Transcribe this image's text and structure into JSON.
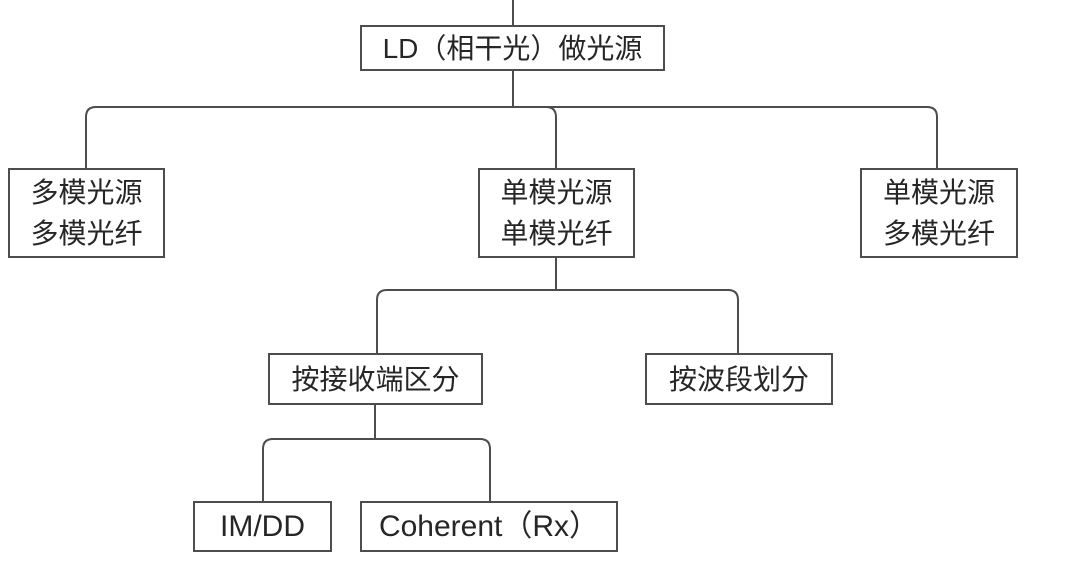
{
  "diagram": {
    "background": "#ffffff",
    "line_color": "#4d4d4d",
    "text_color": "#262626",
    "nodes": {
      "root": {
        "label": "LD（相干光）做光源"
      },
      "multimode_source_multimode_fiber": {
        "line1": "多模光源",
        "line2": "多模光纤"
      },
      "singlemode_source_singlemode_fiber": {
        "line1": "单模光源",
        "line2": "单模光纤"
      },
      "singlemode_source_multimode_fiber": {
        "line1": "单模光源",
        "line2": "多模光纤"
      },
      "by_receiver": {
        "label": "按接收端区分"
      },
      "by_band": {
        "label": "按波段划分"
      },
      "imdd": {
        "label": "IM/DD"
      },
      "coherent_rx": {
        "label": "Coherent（Rx）"
      }
    }
  }
}
